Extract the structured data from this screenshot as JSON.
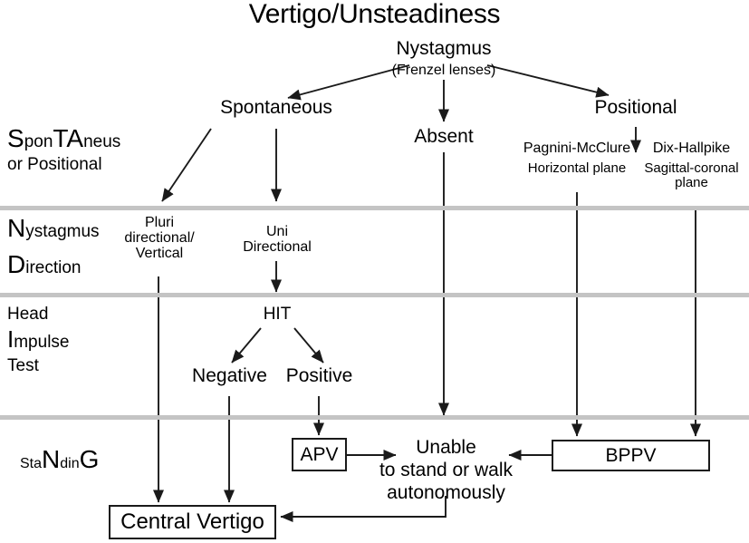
{
  "title": "Vertigo/Unsteadiness",
  "root": {
    "label": "Nystagmus",
    "sublabel": "(Frenzel lenses)"
  },
  "stage_labels": [
    {
      "id": "spontaneous-or-positional",
      "line1_cap1": "S",
      "line1_small1": "pon",
      "line1_cap2": "TA",
      "line1_small2": "neus",
      "line2": "or Positional"
    },
    {
      "id": "nystagmus-direction",
      "line1_cap": "N",
      "line1_rest": "ystagmus",
      "line2_cap": "D",
      "line2_rest": "irection"
    },
    {
      "id": "head-impulse-test",
      "line1": "Head",
      "line2_cap": "I",
      "line2_rest": "mpulse",
      "line3": "Test"
    },
    {
      "id": "standing",
      "pre": "Sta",
      "cap1": "N",
      "mid": "din",
      "cap2": "G"
    }
  ],
  "nodes": {
    "spontaneous": "Spontaneous",
    "absent": "Absent",
    "positional": "Positional",
    "pagnini_mcclure": "Pagnini-McClure",
    "pagnini_mcclure_sub": "Horizontal plane",
    "dix_hallpike": "Dix-Hallpike",
    "dix_hallpike_sub": "Sagittal-coronal\nplane",
    "pluri_directional": "Pluri\ndirectional/\nVertical",
    "uni_directional": "Uni\nDirectional",
    "hit": "HIT",
    "negative": "Negative",
    "positive": "Positive",
    "apv": "APV",
    "bppv": "BPPV",
    "unable": "Unable\nto stand or walk\nautonomously",
    "central_vertigo": "Central Vertigo"
  },
  "colors": {
    "line": "#1a1a1a",
    "divider": "#c4c4c4",
    "background": "#ffffff",
    "text": "#000000"
  }
}
